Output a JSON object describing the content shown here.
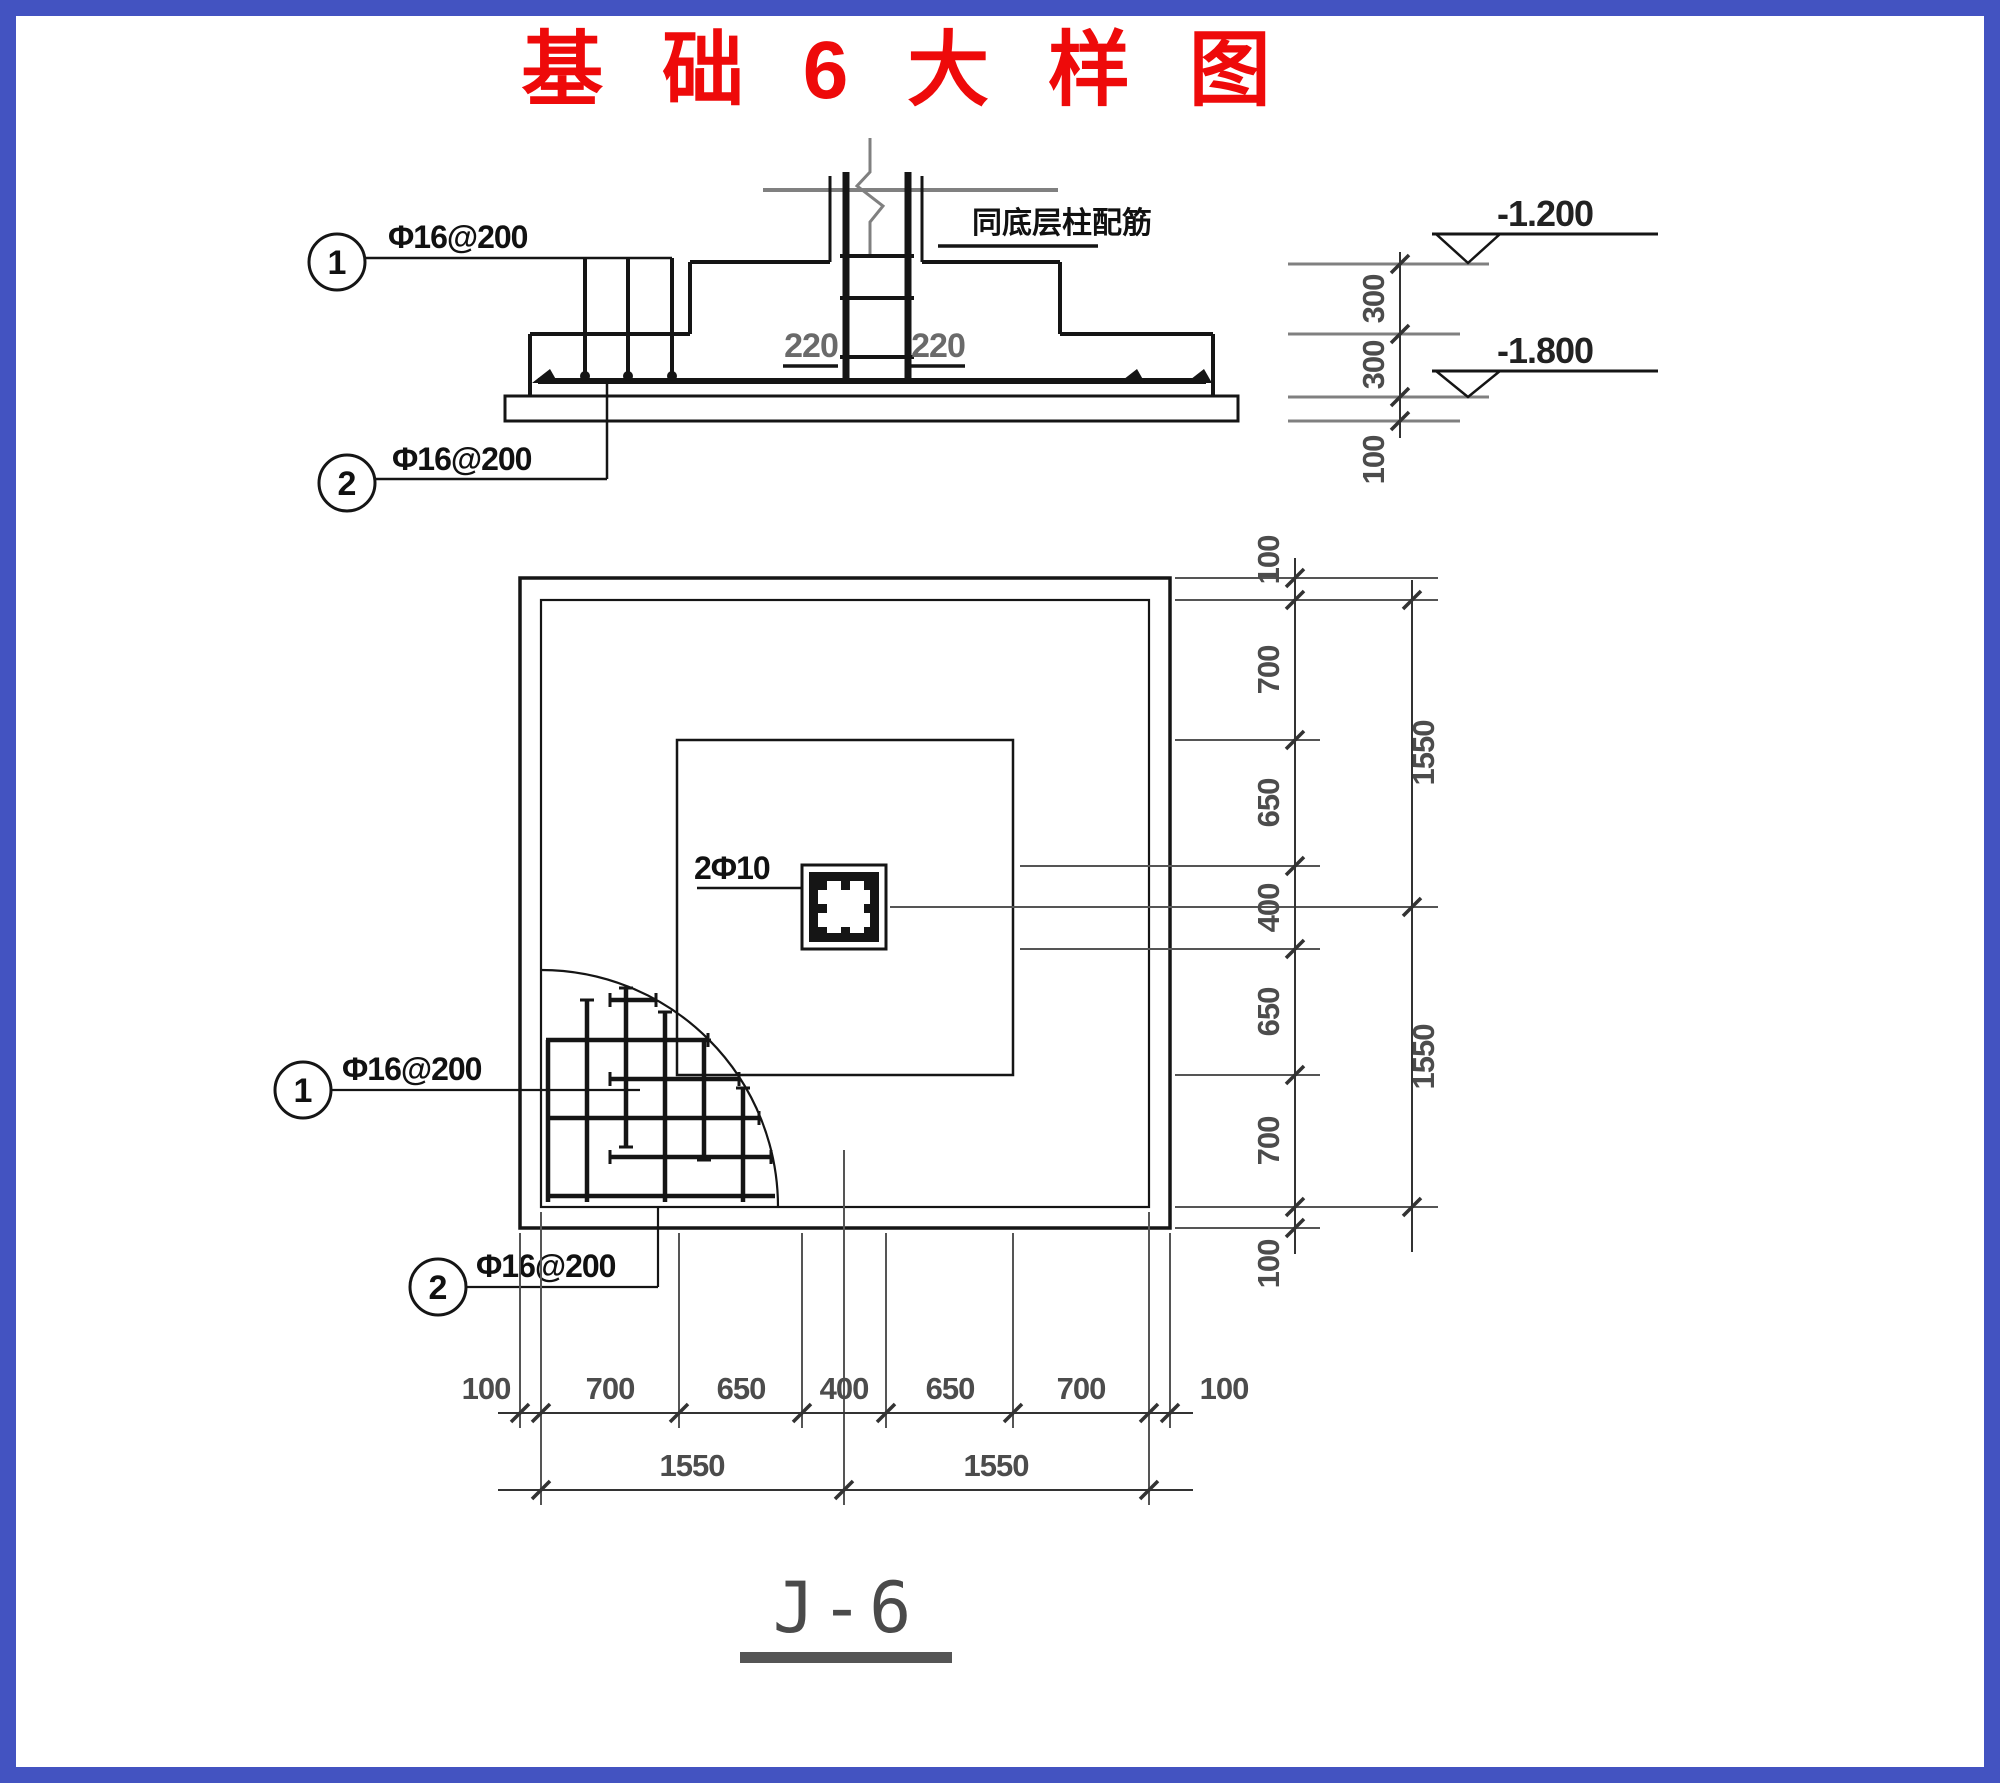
{
  "title": "基 础 6 大 样 图",
  "figure_label": "J-6",
  "colors": {
    "border": "#4353c1",
    "title": "#ee0a0a",
    "line": "#151515",
    "gray_line": "#808080",
    "dim_text": "#4c4c4c"
  },
  "section": {
    "callout1": {
      "num": "1",
      "label": "Φ16@200"
    },
    "callout2": {
      "num": "2",
      "label": "Φ16@200"
    },
    "column_note": "同底层柱配筋",
    "dim_220_left": "220",
    "dim_220_right": "220",
    "levels": {
      "upper": "-1.200",
      "lower": "-1.800"
    },
    "vdims": [
      "300",
      "300",
      "100"
    ]
  },
  "plan": {
    "column_label": "2Φ10",
    "callout1": {
      "num": "1",
      "label": "Φ16@200"
    },
    "callout2": {
      "num": "2",
      "label": "Φ16@200"
    },
    "right_dims": [
      "100",
      "700",
      "650",
      "400",
      "650",
      "700",
      "100"
    ],
    "right_totals": [
      "1550",
      "1550"
    ],
    "bottom_dims": [
      "100",
      "700",
      "650",
      "400",
      "650",
      "700",
      "100"
    ],
    "bottom_totals": [
      "1550",
      "1550"
    ]
  }
}
